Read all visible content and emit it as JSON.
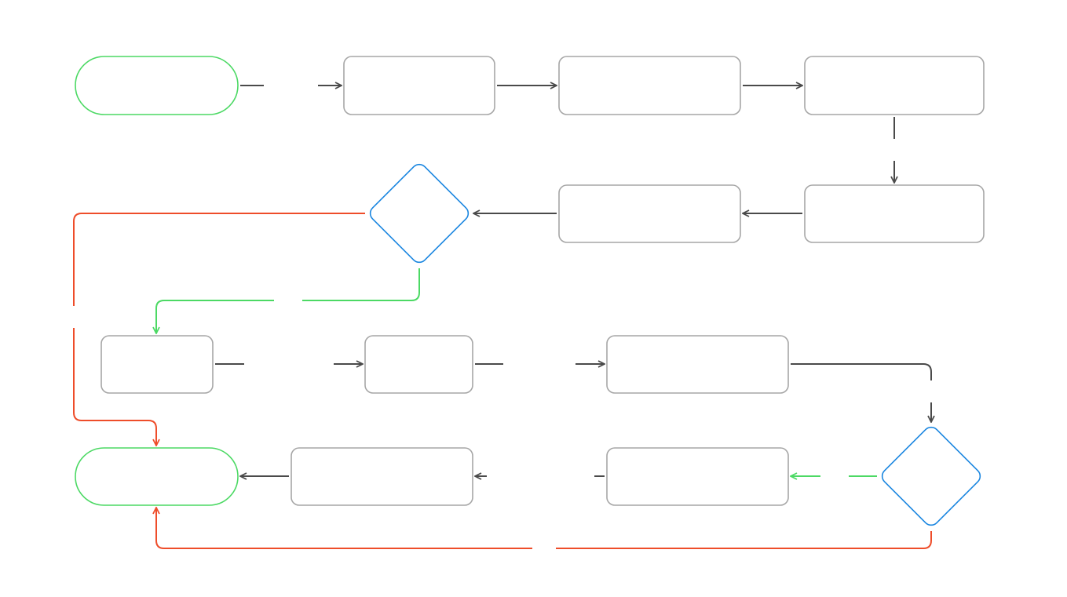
{
  "diagram": {
    "title": "",
    "colors": {
      "terminal": "#4cd964",
      "process": "#a6a6a6",
      "decision": "#1a86e0",
      "edge_default": "#4a4a4a",
      "edge_yes": "#4cd964",
      "edge_no": "#ee4d2a",
      "label_text": "#ffffff"
    },
    "nodes": [
      {
        "id": "start",
        "type": "terminal",
        "label": ""
      },
      {
        "id": "p1",
        "type": "process",
        "label": ""
      },
      {
        "id": "p2",
        "type": "process",
        "label": ""
      },
      {
        "id": "p3",
        "type": "process",
        "label": ""
      },
      {
        "id": "p4",
        "type": "process",
        "label": ""
      },
      {
        "id": "p5",
        "type": "process",
        "label": ""
      },
      {
        "id": "d1",
        "type": "decision",
        "label": ""
      },
      {
        "id": "p6",
        "type": "process",
        "label": ""
      },
      {
        "id": "p7",
        "type": "process",
        "label": ""
      },
      {
        "id": "p8",
        "type": "process",
        "label": ""
      },
      {
        "id": "d2",
        "type": "decision",
        "label": ""
      },
      {
        "id": "p9",
        "type": "process",
        "label": ""
      },
      {
        "id": "p10",
        "type": "process",
        "label": ""
      },
      {
        "id": "end",
        "type": "terminal",
        "label": ""
      }
    ],
    "edges": [
      {
        "id": "e1",
        "from": "start",
        "to": "p1",
        "kind": "default",
        "label": ""
      },
      {
        "id": "e2",
        "from": "p1",
        "to": "p2",
        "kind": "default",
        "label": ""
      },
      {
        "id": "e3",
        "from": "p2",
        "to": "p3",
        "kind": "default",
        "label": ""
      },
      {
        "id": "e4",
        "from": "p3",
        "to": "p4",
        "kind": "default",
        "label": ""
      },
      {
        "id": "e5",
        "from": "p4",
        "to": "p5",
        "kind": "default",
        "label": ""
      },
      {
        "id": "e6",
        "from": "p5",
        "to": "d1",
        "kind": "default",
        "label": ""
      },
      {
        "id": "e7",
        "from": "d1",
        "to": "p6",
        "kind": "yes",
        "label": ""
      },
      {
        "id": "e8",
        "from": "d1",
        "to": "end",
        "kind": "no",
        "label": ""
      },
      {
        "id": "e9",
        "from": "p6",
        "to": "p7",
        "kind": "default",
        "label": ""
      },
      {
        "id": "e10",
        "from": "p7",
        "to": "p8",
        "kind": "default",
        "label": ""
      },
      {
        "id": "e11",
        "from": "p8",
        "to": "d2",
        "kind": "default",
        "label": ""
      },
      {
        "id": "e12",
        "from": "d2",
        "to": "p9",
        "kind": "yes",
        "label": ""
      },
      {
        "id": "e13",
        "from": "d2",
        "to": "end",
        "kind": "no",
        "label": ""
      },
      {
        "id": "e14",
        "from": "p9",
        "to": "p10",
        "kind": "default",
        "label": ""
      },
      {
        "id": "e15",
        "from": "p10",
        "to": "end",
        "kind": "default",
        "label": ""
      }
    ]
  }
}
